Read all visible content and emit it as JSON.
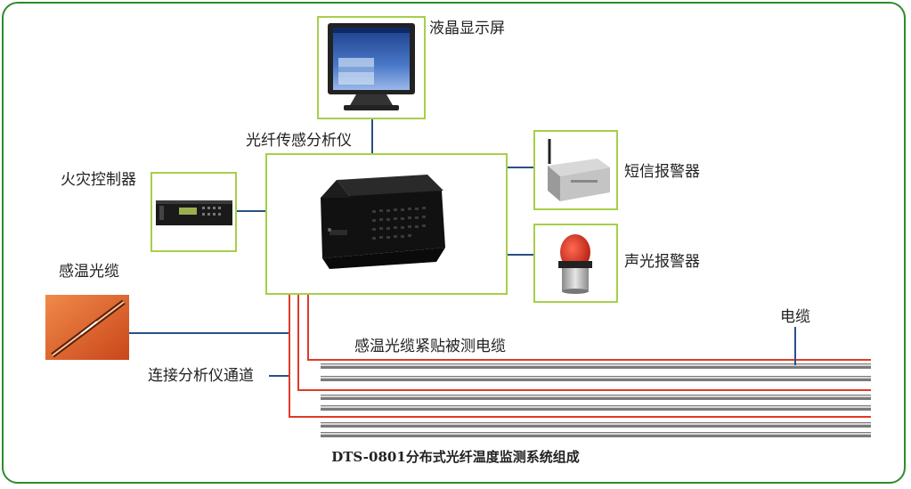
{
  "labels": {
    "monitor": "液晶显示屏",
    "analyzer": "光纤传感分析仪",
    "fire_controller": "火灾控制器",
    "sms_alarm": "短信报警器",
    "sound_light_alarm": "声光报警器",
    "temp_cable": "感温光缆",
    "power_cable": "电缆",
    "attach_note": "感温光缆紧贴被测电缆",
    "channel": "连接分析仪通道"
  },
  "caption": "DTS-0801分布式光纤温度监测系统组成",
  "colors": {
    "frame": "#2e8b2e",
    "box_border": "#a6cf4a",
    "link": "#2b4f86",
    "fiber": "#e03a2a",
    "cable_gray": "#7a7a7a"
  }
}
